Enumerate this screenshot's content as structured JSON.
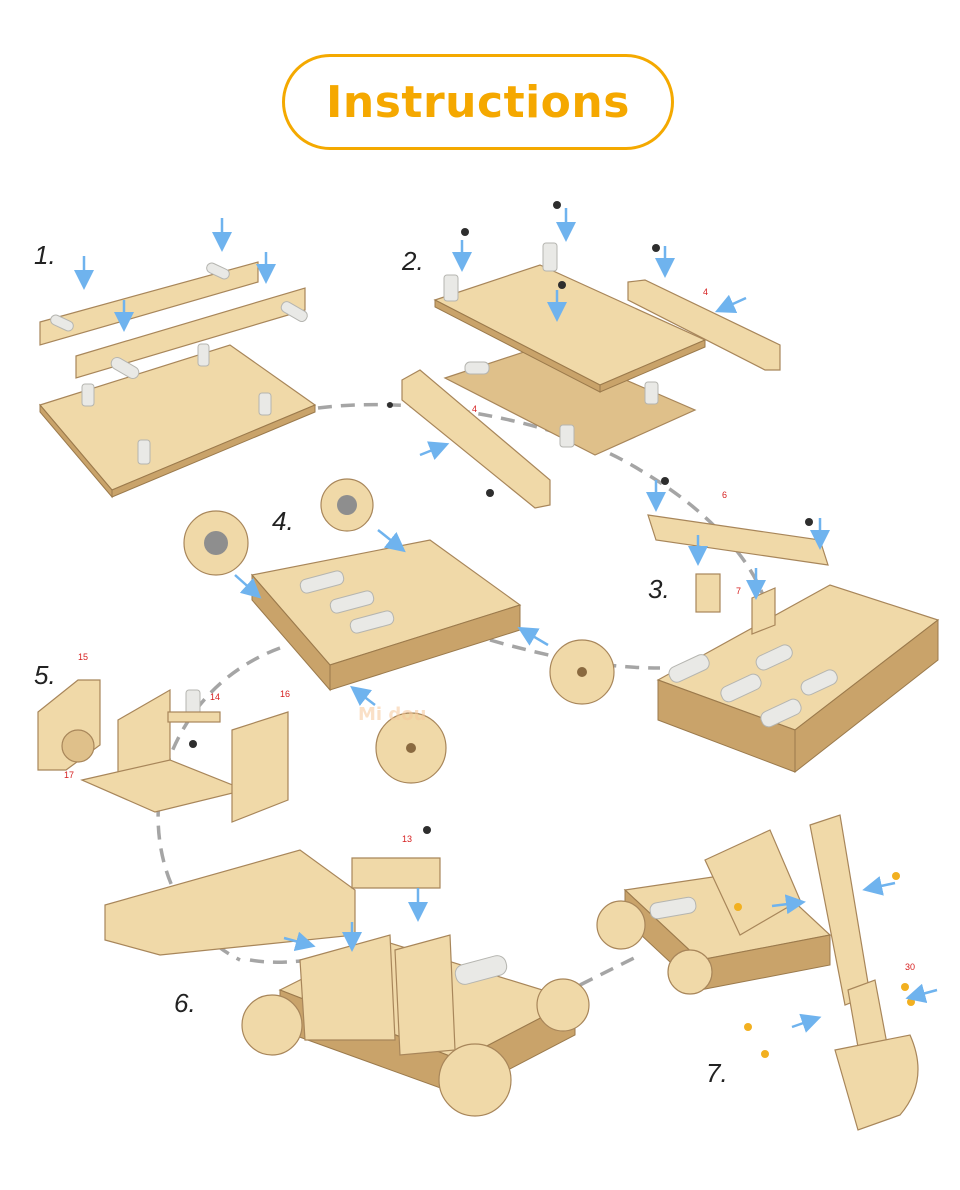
{
  "title": "Instructions",
  "steps": [
    {
      "number": "1."
    },
    {
      "number": "2."
    },
    {
      "number": "3."
    },
    {
      "number": "4."
    },
    {
      "number": "5."
    },
    {
      "number": "6."
    },
    {
      "number": "7."
    }
  ],
  "part_labels": {
    "p4a": "4",
    "p4b": "4",
    "p6": "6",
    "p7": "7",
    "p13": "13",
    "p14": "14",
    "p15": "15",
    "p16": "16",
    "p17": "17",
    "p30": "30"
  },
  "watermark": "Mi      dou",
  "colors": {
    "accent": "#f5a800",
    "wood": "#f0d9a8",
    "arrow": "#6fb3ee",
    "label": "#d62020",
    "path": "#a5a5a5"
  }
}
